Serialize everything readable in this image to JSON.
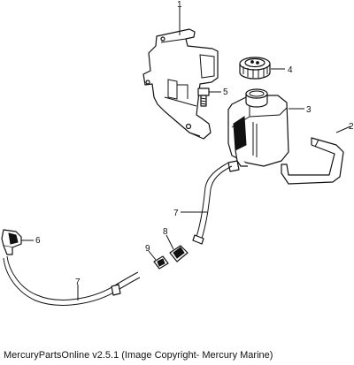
{
  "callouts": {
    "c1": "1",
    "c2": "2",
    "c3": "3",
    "c4": "4",
    "c5": "5",
    "c6": "6",
    "c7a": "7",
    "c7b": "7",
    "c8": "8",
    "c9": "9"
  },
  "footer": "MercuryPartsOnline v2.5.1 (Image Copyright- Mercury Marine)"
}
